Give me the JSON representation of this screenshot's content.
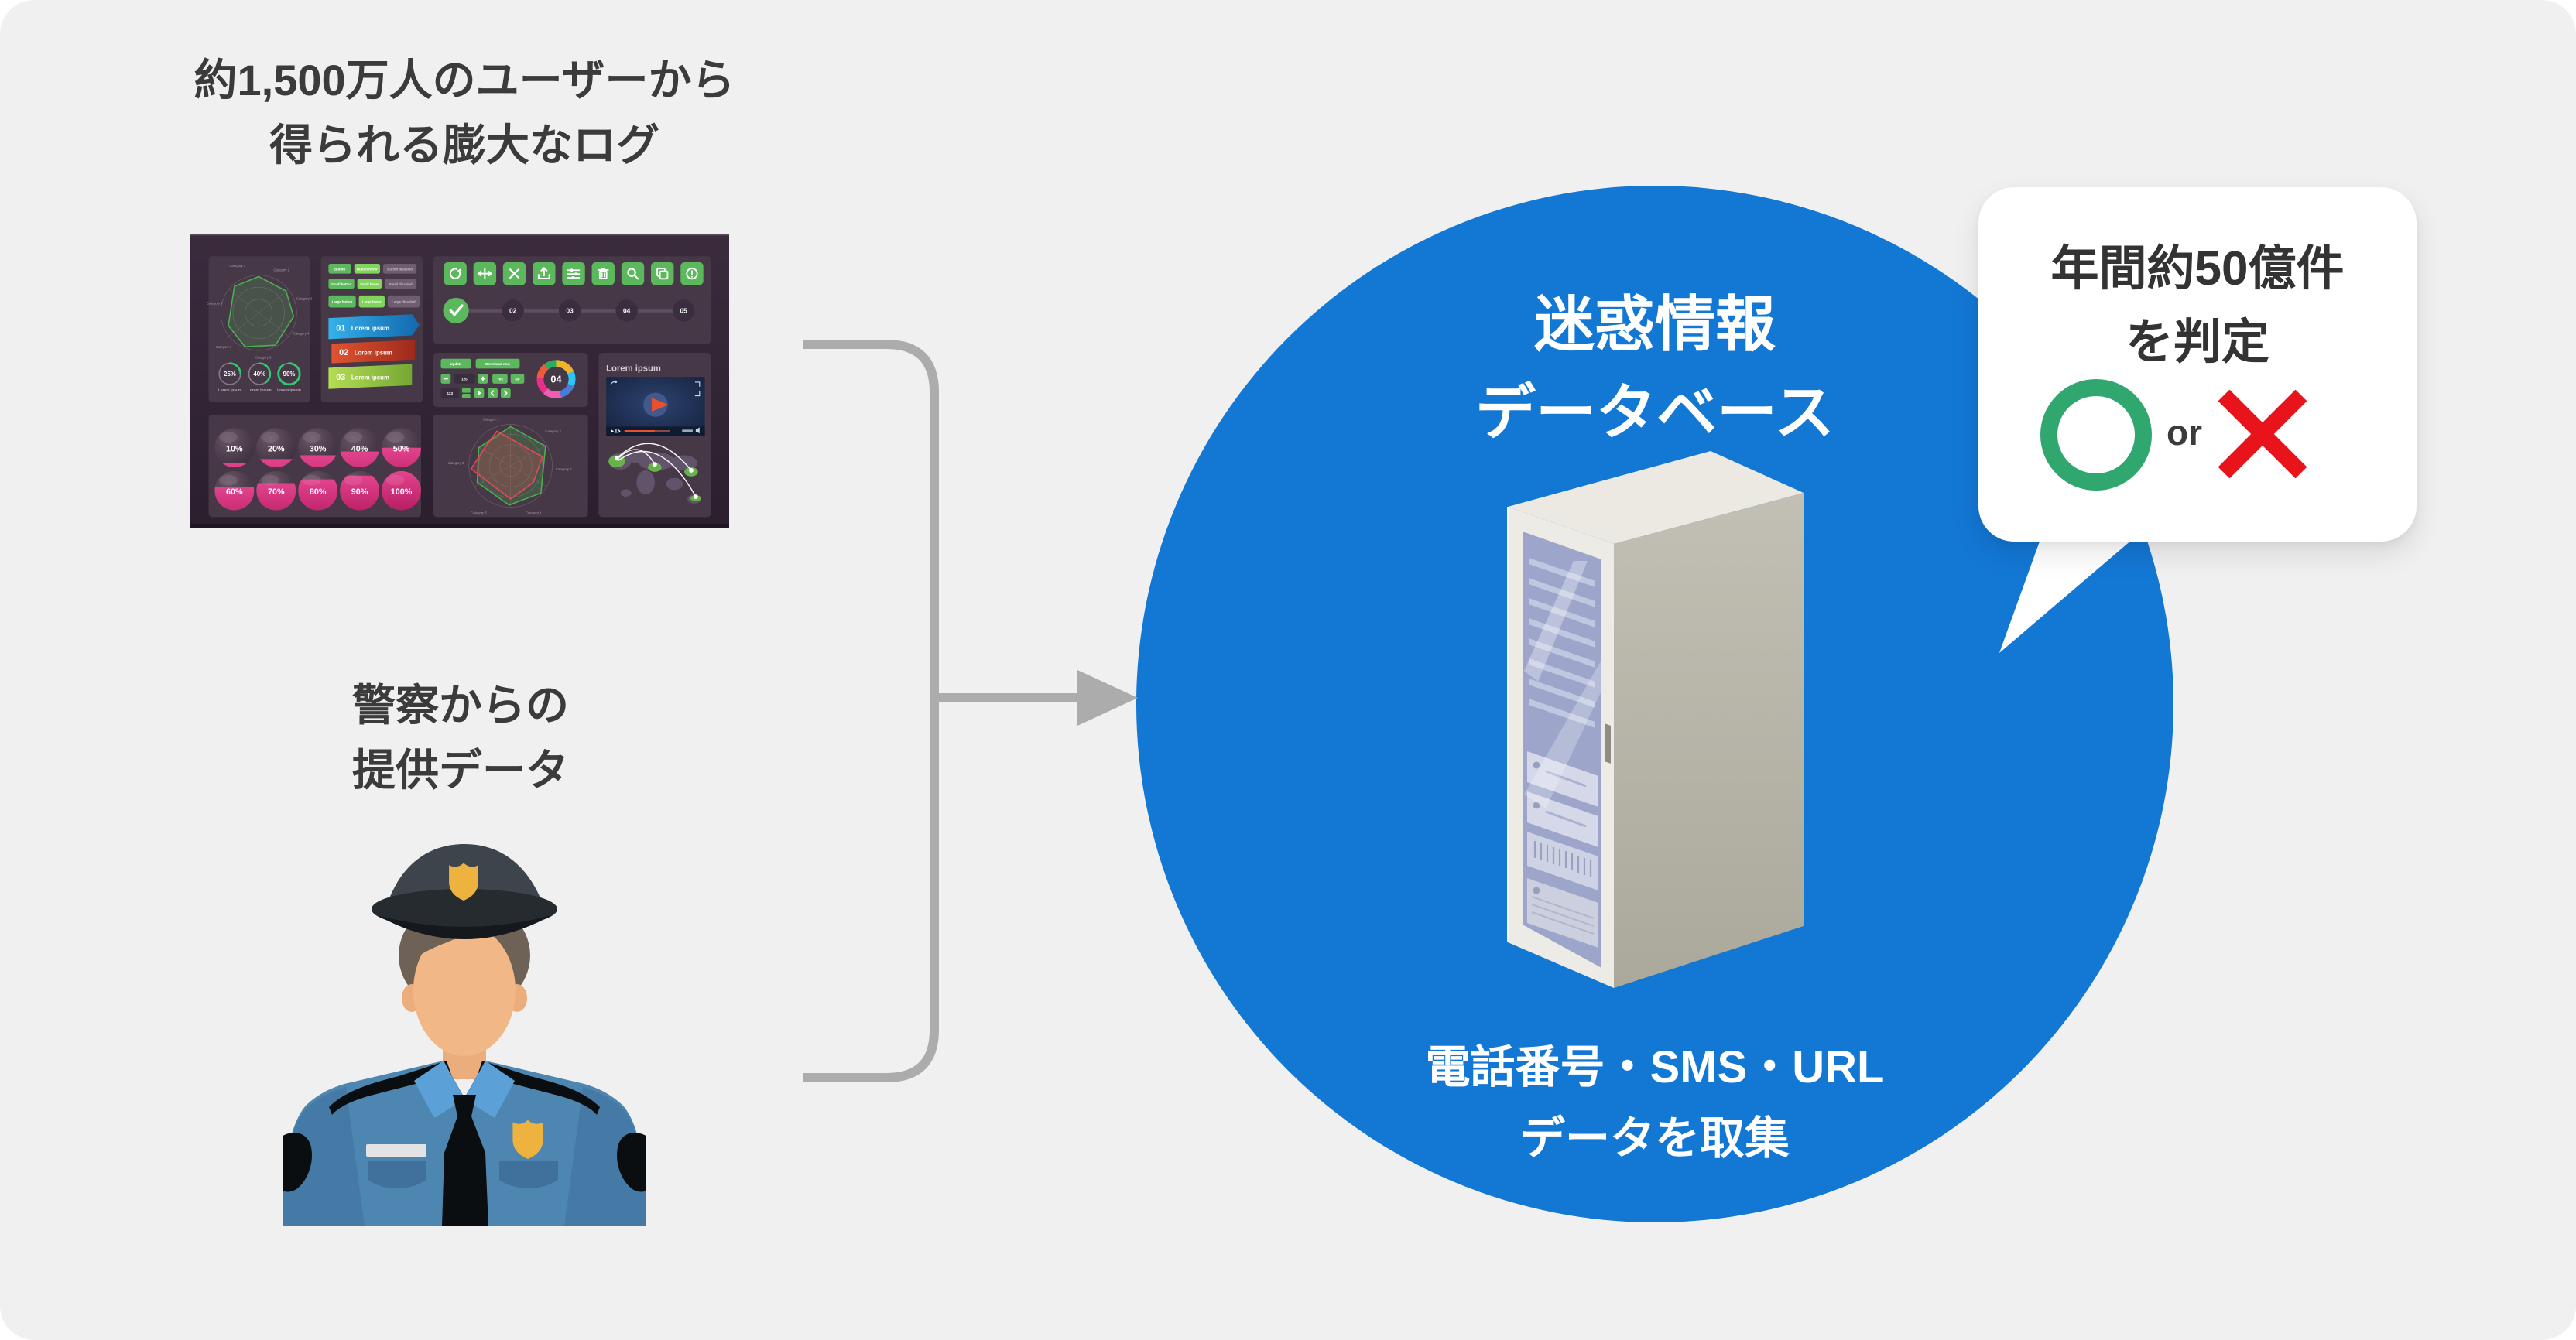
{
  "captions": {
    "logs": [
      "約1,500万人のユーザーから",
      "得られる膨大なログ"
    ],
    "police": [
      "警察からの",
      "提供データ"
    ]
  },
  "database": {
    "title": [
      "迷惑情報",
      "データベース"
    ],
    "collect": [
      "電話番号・SMS・URL",
      "データを取集"
    ]
  },
  "callout": {
    "judge": [
      "年間約50億件",
      "を判定"
    ],
    "or": "or"
  },
  "colors": {
    "background": "#f0f0f1",
    "circle_blue": "#1377d4",
    "connector_gray": "#acacac",
    "ok_green": "#30a76f",
    "ng_red": "#e9141b",
    "text_dark": "#3b3b3b",
    "dashboard_bg": "#2f2333",
    "dashboard_panel": "#473848",
    "dashboard_green": "#5cb85c",
    "dashboard_magenta": "#cf1f6b"
  },
  "dashboard": {
    "buttons": [
      [
        "Button",
        "Button hover",
        "Button disabled"
      ],
      [
        "Small button",
        "Small hover",
        "Small disabled"
      ],
      [
        "Large button",
        "Large hover",
        "Large disabled"
      ]
    ],
    "ribbons": [
      {
        "num": "01",
        "label": "Lorem ipsum"
      },
      {
        "num": "02",
        "label": "Lorem ipsum"
      },
      {
        "num": "03",
        "label": "Lorem ipsum"
      }
    ],
    "gauges": [
      {
        "value": "25%",
        "label": "Lorem ipsum"
      },
      {
        "value": "40%",
        "label": "Lorem ipsum"
      },
      {
        "value": "90%",
        "label": "Lorem ipsum"
      }
    ],
    "steps": [
      "02",
      "03",
      "04",
      "05"
    ],
    "donut_value": "04",
    "controls": {
      "update": "Update",
      "download": "Download now",
      "yes": "Yes",
      "no": "No",
      "val1": "125",
      "val2": "123"
    },
    "video_title": "Lorem ipsum",
    "percents_row1": [
      "10%",
      "20%",
      "30%",
      "40%",
      "50%"
    ],
    "percents_row2": [
      "60%",
      "70%",
      "80%",
      "90%",
      "100%"
    ],
    "radar_categories": [
      "Category 1",
      "Category 2",
      "Category 3",
      "Category 4",
      "Category 5",
      "Category 6",
      "Category 7"
    ],
    "icons": [
      "refresh",
      "resize-horizontal",
      "close",
      "upload",
      "sliders",
      "trash",
      "search",
      "copy",
      "info"
    ]
  }
}
